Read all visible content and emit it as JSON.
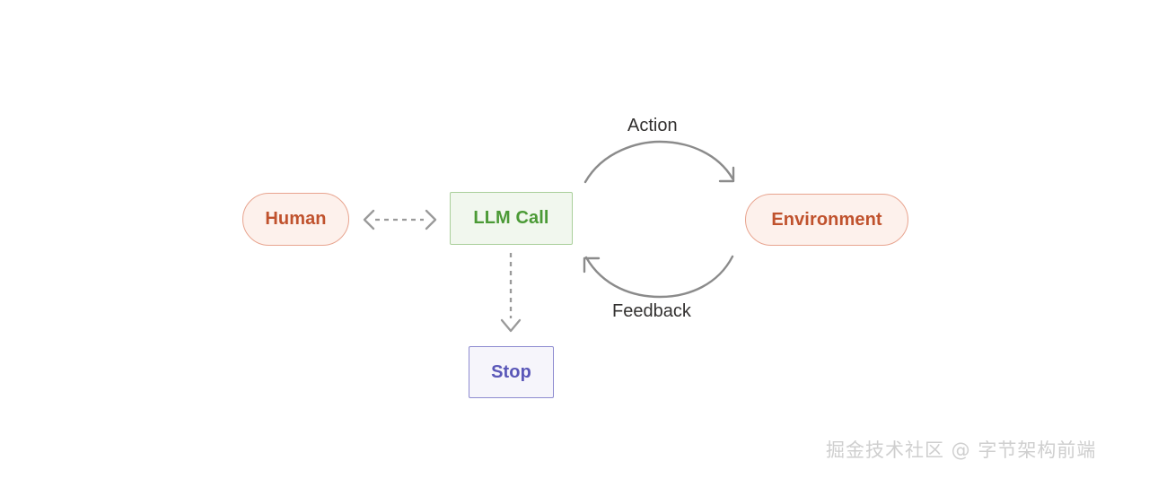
{
  "diagram": {
    "title": "Agent loop diagram",
    "background_color": "#ffffff",
    "nodes": [
      {
        "id": "human",
        "label": "Human",
        "shape": "pill",
        "fill": "#fdf1ec",
        "stroke": "#e8a48f",
        "text_color": "#c0522d"
      },
      {
        "id": "llm_call",
        "label": "LLM Call",
        "shape": "rectangle",
        "fill": "#f1f7ee",
        "stroke": "#a9cf9a",
        "text_color": "#4b9a36"
      },
      {
        "id": "environment",
        "label": "Environment",
        "shape": "pill",
        "fill": "#fdf1ec",
        "stroke": "#e8a48f",
        "text_color": "#c0522d"
      },
      {
        "id": "stop",
        "label": "Stop",
        "shape": "rectangle",
        "fill": "#f6f5fb",
        "stroke": "#8d8bd0",
        "text_color": "#5a57b8"
      }
    ],
    "edges": [
      {
        "id": "human-llm",
        "from": "human",
        "to": "llm_call",
        "label": "",
        "style": "dashed",
        "arrow": "both",
        "color": "#9a9a9a"
      },
      {
        "id": "llm-environment",
        "from": "llm_call",
        "to": "environment",
        "label": "Action",
        "style": "solid-curved",
        "arrow": "end",
        "color": "#8b8b8b"
      },
      {
        "id": "environment-llm",
        "from": "environment",
        "to": "llm_call",
        "label": "Feedback",
        "style": "solid-curved",
        "arrow": "end",
        "color": "#8b8b8b"
      },
      {
        "id": "llm-stop",
        "from": "llm_call",
        "to": "stop",
        "label": "",
        "style": "dashed",
        "arrow": "end",
        "color": "#9a9a9a"
      }
    ],
    "label_color": "#32302f"
  },
  "watermark": {
    "text": "掘金技术社区 @ 字节架构前端",
    "color": "#cfcfcf"
  }
}
